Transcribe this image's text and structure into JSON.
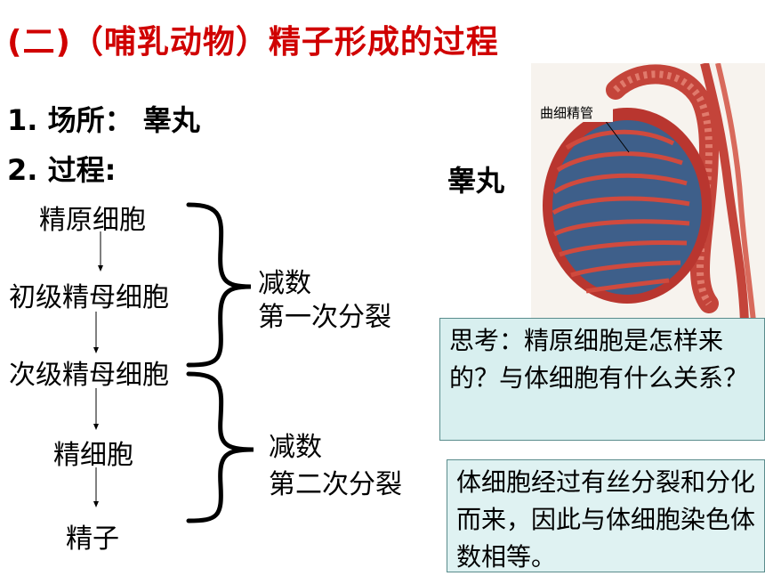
{
  "slide": {
    "title": "(二)（哺乳动物）精子形成的过程",
    "point1": "1. 场所： 睾丸",
    "point2": "2. 过程:",
    "steps": [
      "精原细胞",
      "初级精母细胞",
      "次级精母细胞",
      "精细胞",
      "精子"
    ],
    "meiosis1": [
      "减数",
      "第一次分裂"
    ],
    "meiosis2": [
      "减数",
      "第二次分裂"
    ],
    "organ_label": "睾丸",
    "figure_label": "曲细精管",
    "question": "思考：精原细胞是怎样来的？与体细胞有什么关系？",
    "answer": "体细胞经过有丝分裂和分化而来，因此与体细胞染色体数相等。"
  },
  "colors": {
    "title": "#d00000",
    "box_fill": "#d8efef",
    "tissue": "#c4443a",
    "tubule_fill": "#3e5f8a"
  }
}
